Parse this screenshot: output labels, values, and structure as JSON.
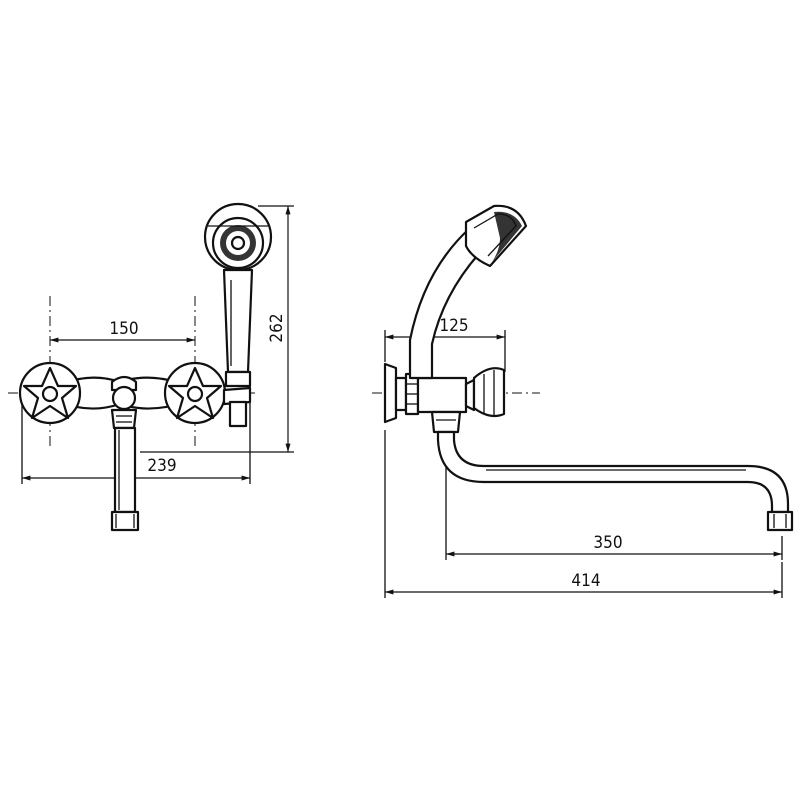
{
  "dimensions": {
    "front_spacing": "150",
    "front_width": "239",
    "front_height": "262",
    "side_offset": "125",
    "spout_reach": "350",
    "total_depth": "414"
  },
  "colors": {
    "line": "#111111",
    "background": "#ffffff"
  }
}
